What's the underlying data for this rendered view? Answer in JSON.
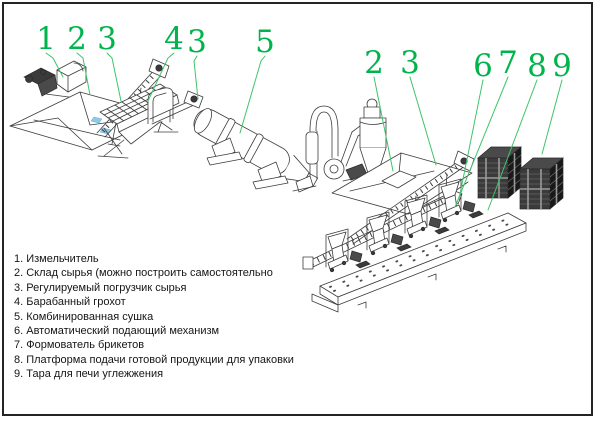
{
  "colors": {
    "callout_green": "#00b44c",
    "leader_green": "#3ec46a",
    "line_art": "#3c3c3c",
    "crate_dark": "#2c2c2c",
    "blue_accent": "#8ecbe8",
    "border": "#242424",
    "background": "#ffffff"
  },
  "callouts": [
    {
      "label": "1"
    },
    {
      "label": "2"
    },
    {
      "label": "3"
    },
    {
      "label": "4"
    },
    {
      "label": "3"
    },
    {
      "label": "5"
    },
    {
      "label": "2"
    },
    {
      "label": "3"
    },
    {
      "label": "6"
    },
    {
      "label": "7"
    },
    {
      "label": "8"
    },
    {
      "label": "9"
    }
  ],
  "legend": {
    "items": [
      "1. Измельчитель",
      "2. Склад сырья (можно построить самостоятельно",
      "3. Регулируемый погрузчик сырья",
      "4. Барабанный грохот",
      "5. Комбинированная сушка",
      "6. Автоматический подающий механизм",
      "7. Формователь брикетов",
      "8. Платформа подачи готовой продукции для упаковки",
      "9. Тара для печи углежжения"
    ]
  }
}
